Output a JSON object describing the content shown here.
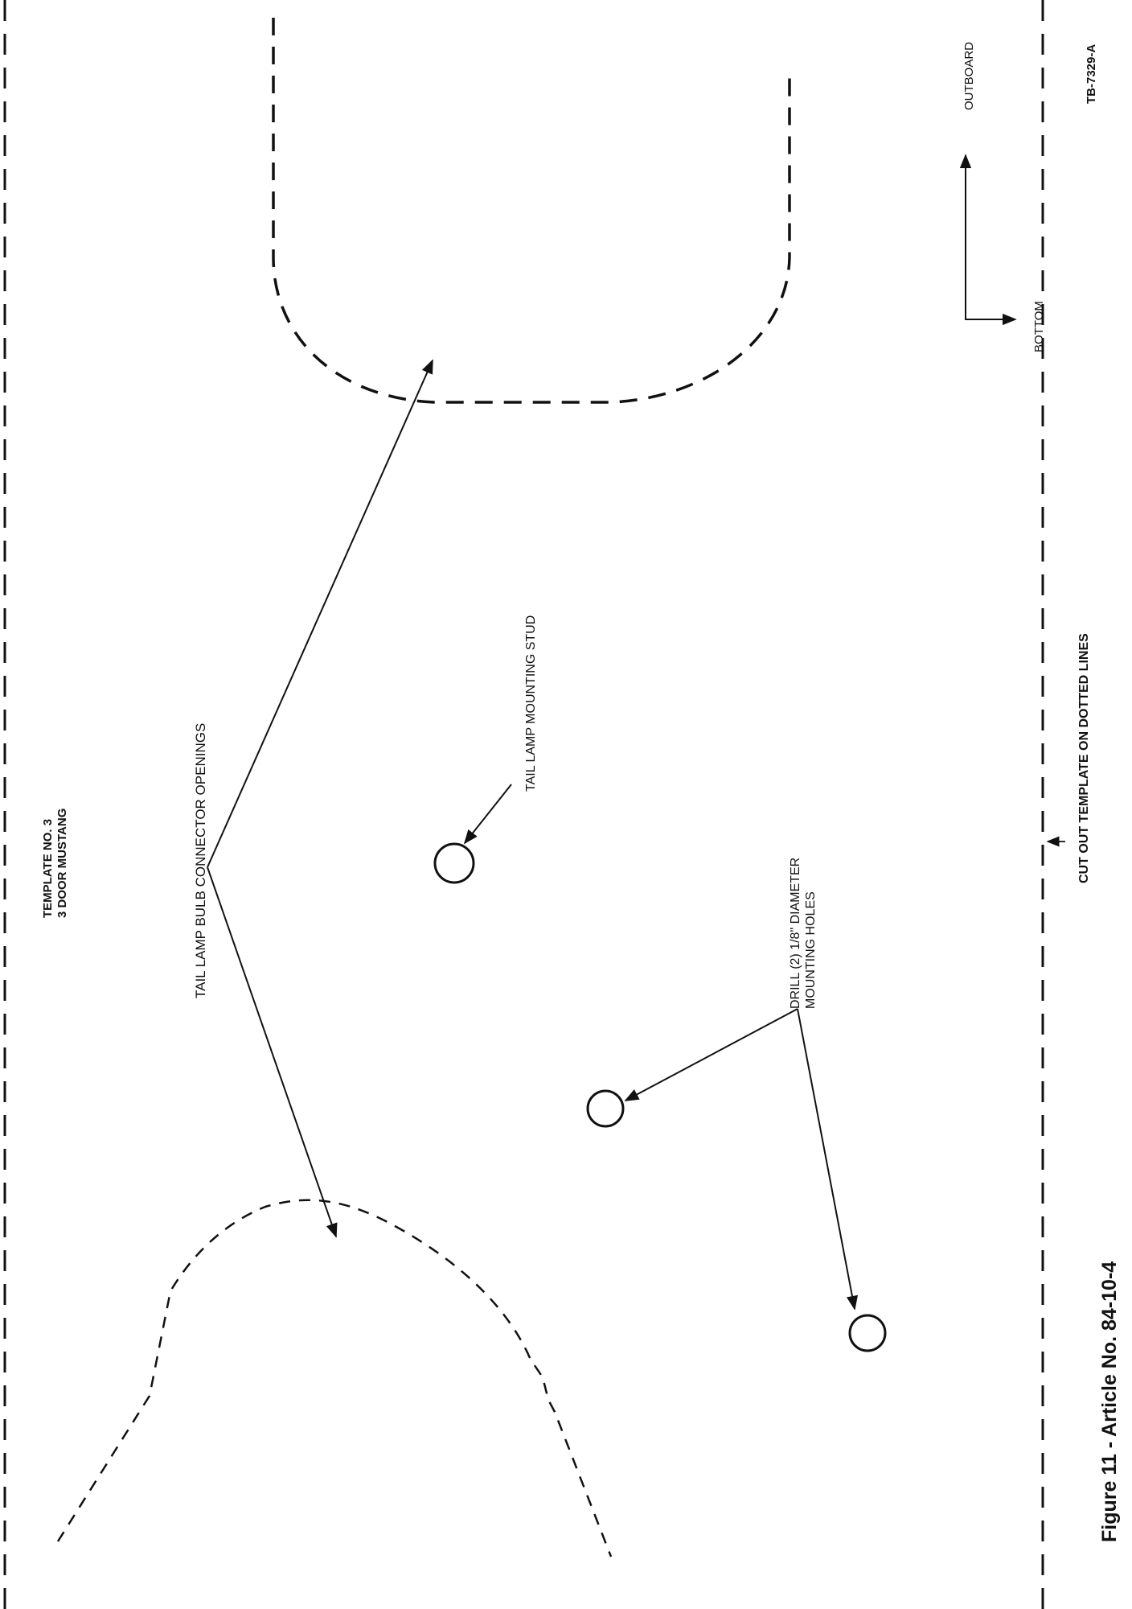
{
  "template_title": {
    "line1": "TEMPLATE NO. 3",
    "line2": "3 DOOR MUSTANG"
  },
  "labels": {
    "connector_openings": "TAIL LAMP BULB CONNECTOR OPENINGS",
    "mounting_stud": "TAIL LAMP MOUNTING STUD",
    "drill_line1": "DRILL (2) 1/8\" DIAMETER",
    "drill_line2": "MOUNTING HOLES",
    "cut_out": "CUT OUT TEMPLATE ON DOTTED LINES",
    "outboard": "OUTBOARD",
    "bottom": "BOTTOM",
    "ref_code": "TB-7329-A"
  },
  "caption": "Figure 11 - Article No. 84-10-4",
  "colors": {
    "ink": "#111111",
    "paper": "#ffffff"
  }
}
